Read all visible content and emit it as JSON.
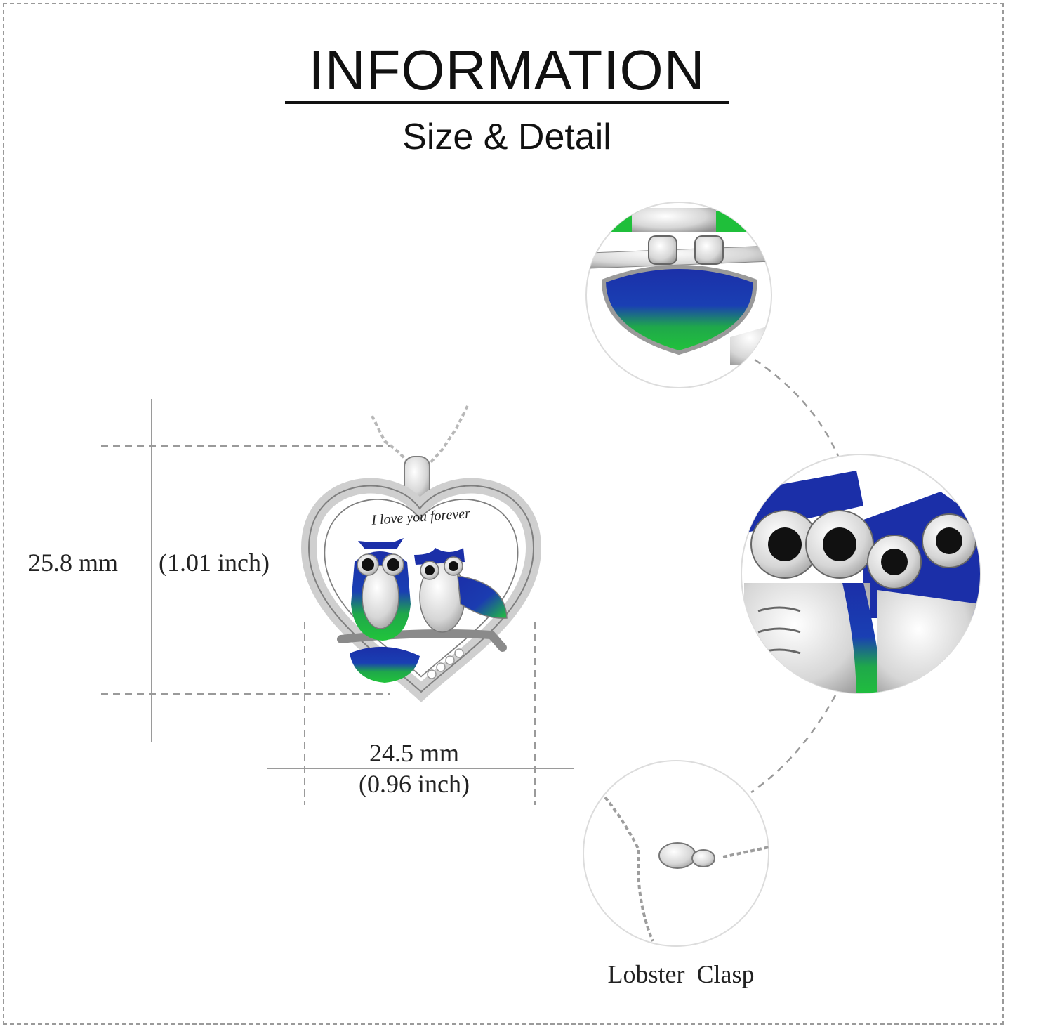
{
  "header": {
    "title": "INFORMATION",
    "subtitle": "Size & Detail"
  },
  "dimensions": {
    "height_mm": "25.8 mm",
    "height_inch": "(1.01 inch)",
    "width_mm": "24.5 mm",
    "width_inch": "(0.96 inch)"
  },
  "pendant": {
    "engraving": "I love you forever"
  },
  "details": {
    "clasp_label": "Lobster  Clasp"
  },
  "colors": {
    "enamel_blue": "#1b2fa8",
    "enamel_green": "#1fbf3a",
    "silver": "#d9d9d9",
    "guide_line": "#9a9a9a"
  }
}
